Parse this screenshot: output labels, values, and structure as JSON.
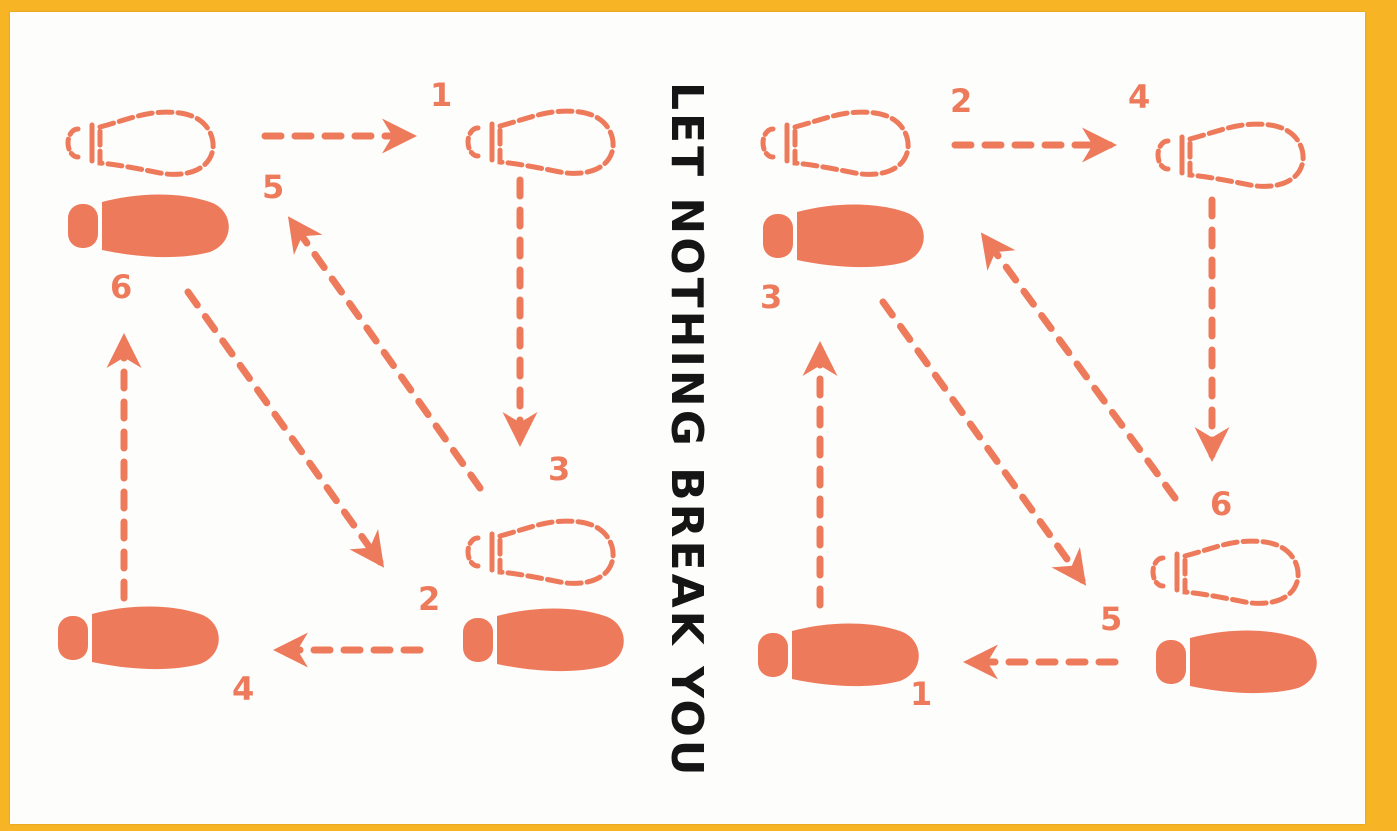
{
  "title": "LET NOTHING BREAK YOU",
  "colors": {
    "ink": "#ee7a5c",
    "fill": "#ee7a5c",
    "text": "#151515",
    "paper": "#fdfdfb",
    "background": "#f7b526"
  },
  "left_diagram": {
    "step_labels": [
      "1",
      "5",
      "6",
      "3",
      "2",
      "4"
    ]
  },
  "right_diagram": {
    "step_labels": [
      "2",
      "4",
      "3",
      "6",
      "5",
      "1"
    ]
  }
}
